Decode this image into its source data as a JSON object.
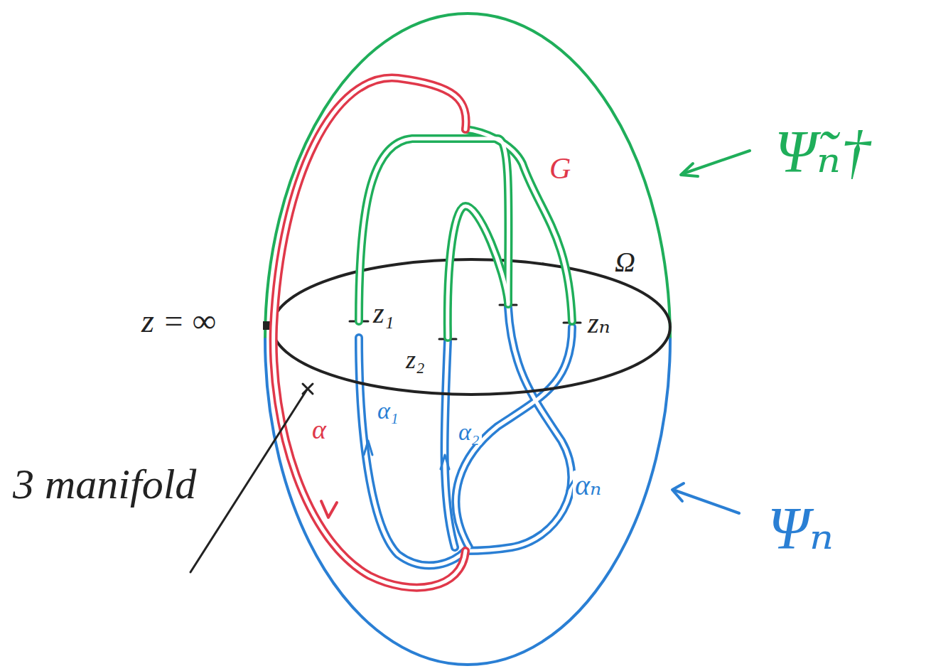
{
  "diagram": {
    "labels": [
      "z = ∞",
      "z₁",
      "z₂",
      "zₙ",
      "Ω",
      "α₁",
      "α₂",
      "αₙ",
      "α",
      "G",
      "3 manifold",
      "Ψ̃ₙ†",
      "Ψₙ"
    ]
  }
}
